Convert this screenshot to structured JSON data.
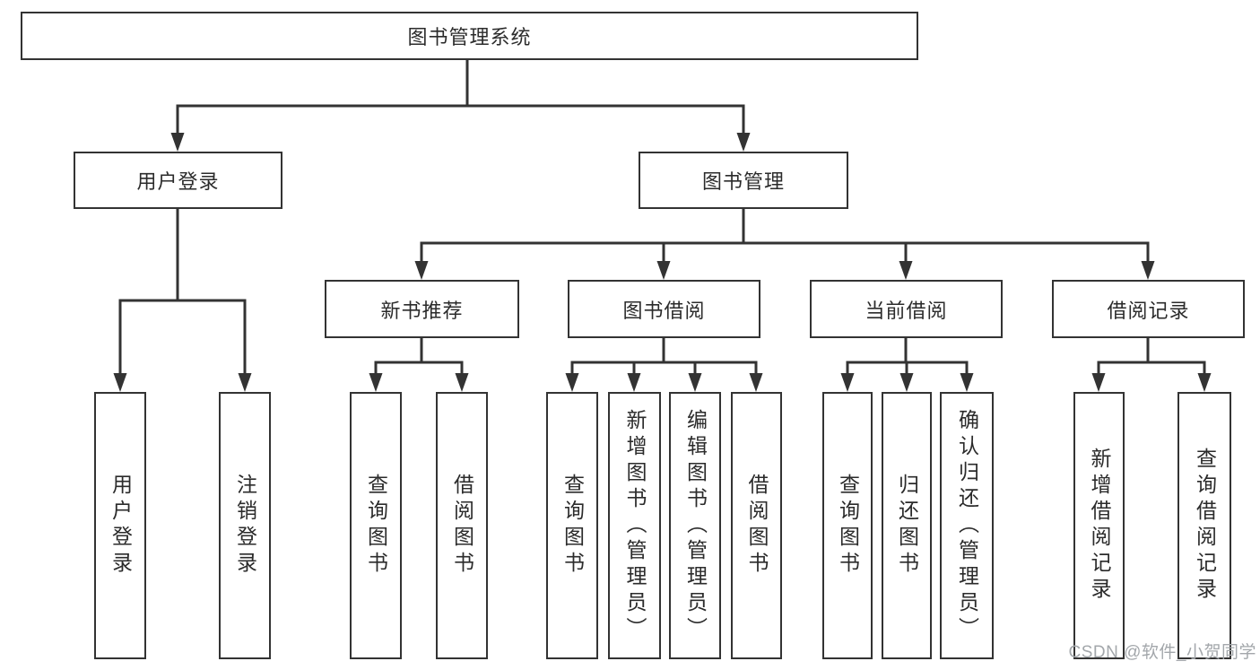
{
  "diagram": {
    "title": "图书管理系统",
    "level2": {
      "user_login": "用户登录",
      "book_management": "图书管理"
    },
    "level3": {
      "new_book_recommend": "新书推荐",
      "book_borrowing": "图书借阅",
      "current_borrowing": "当前借阅",
      "borrowing_records": "借阅记录"
    },
    "leaves": {
      "user_login": "用户登录",
      "logout": "注销登录",
      "nb_query_books": "查询图书",
      "nb_borrow_books": "借阅图书",
      "bb_query_books": "查询图书",
      "bb_add_books_admin": "新增图书（管理员）",
      "bb_edit_books_admin": "编辑图书（管理员）",
      "bb_borrow_books": "借阅图书",
      "cb_query_books": "查询图书",
      "cb_return_books": "归还图书",
      "cb_confirm_return_admin": "确认归还（管理员）",
      "br_add_record": "新增借阅记录",
      "br_query_record": "查询借阅记录"
    },
    "watermark": "CSDN @软件_小贺同学"
  }
}
